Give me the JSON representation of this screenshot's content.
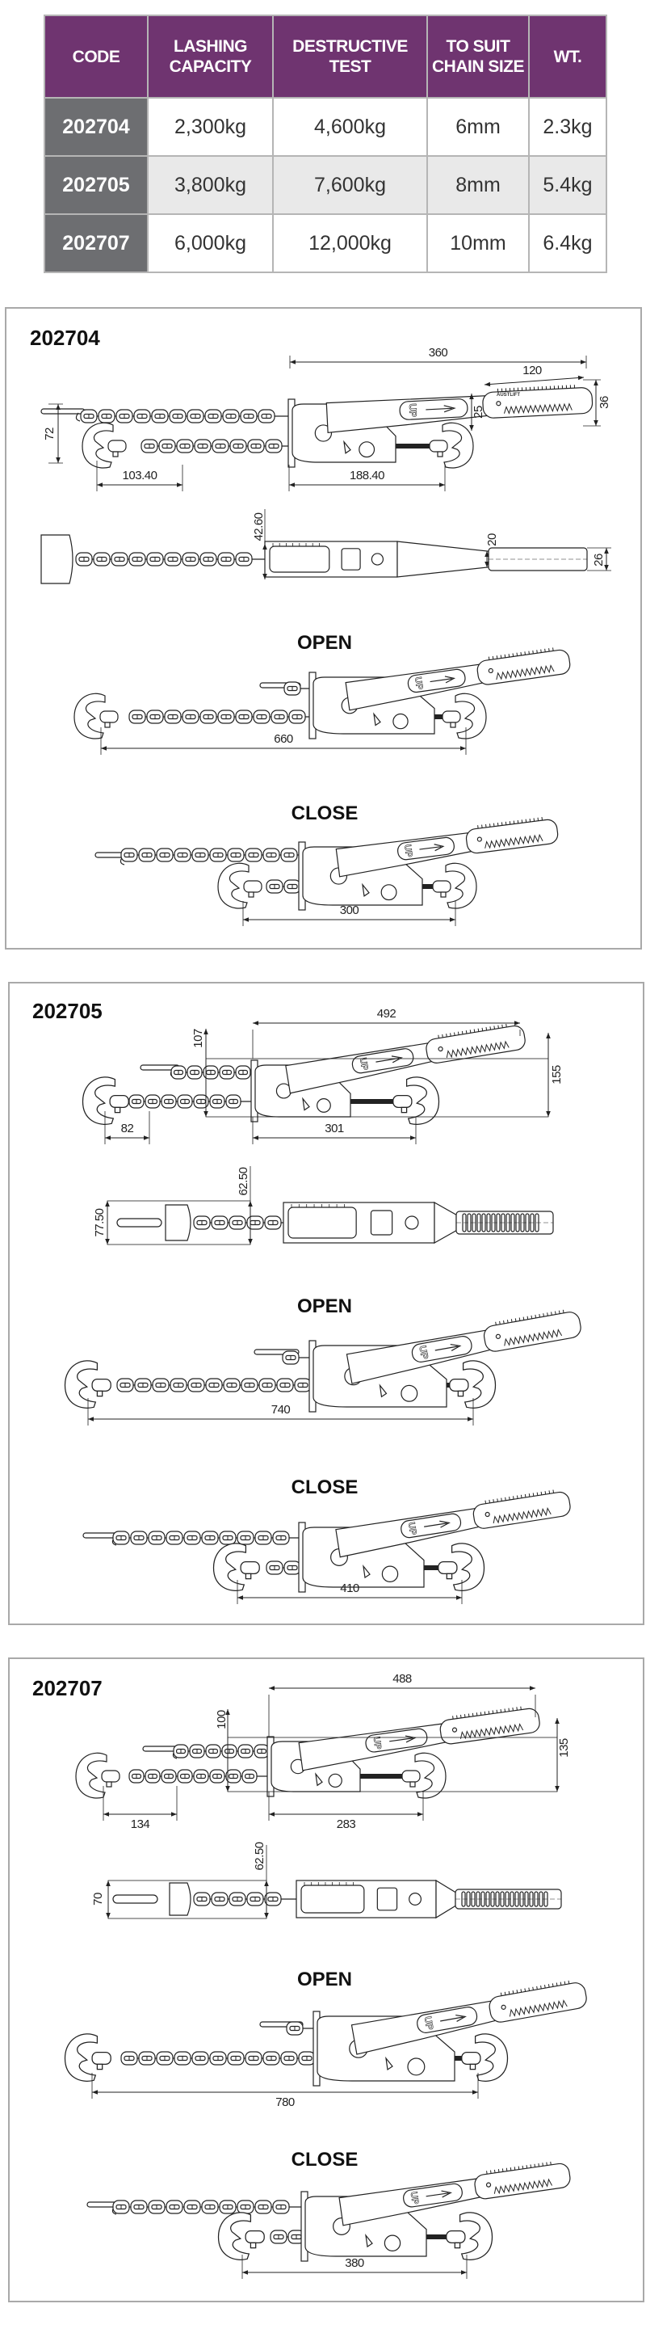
{
  "table": {
    "headers": [
      "CODE",
      "LASHING CAPACITY",
      "DESTRUCTIVE TEST",
      "TO SUIT CHAIN SIZE",
      "WT."
    ],
    "rows": [
      {
        "code": "202704",
        "lashing_capacity": "2,300kg",
        "destructive_test": "4,600kg",
        "chain_size": "6mm",
        "weight": "2.3kg"
      },
      {
        "code": "202705",
        "lashing_capacity": "3,800kg",
        "destructive_test": "7,600kg",
        "chain_size": "8mm",
        "weight": "5.4kg"
      },
      {
        "code": "202707",
        "lashing_capacity": "6,000kg",
        "destructive_test": "12,000kg",
        "chain_size": "10mm",
        "weight": "6.4kg"
      }
    ]
  },
  "markings": {
    "lever": "UP",
    "brand": "AUSTLIFT"
  },
  "panels": [
    {
      "code": "202704",
      "open_label": "OPEN",
      "close_label": "CLOSE",
      "dims": {
        "a": "360",
        "b": "120",
        "c": "36",
        "d": "25",
        "e": "72",
        "f": "103.40",
        "g": "188.40",
        "h": "42.60",
        "i": "20",
        "j": "26",
        "open": "660",
        "close": "300"
      }
    },
    {
      "code": "202705",
      "open_label": "OPEN",
      "close_label": "CLOSE",
      "dims": {
        "a": "492",
        "b": "107",
        "c": "155",
        "d": "82",
        "e": "301",
        "f": "77.50",
        "g": "62.50",
        "open": "740",
        "close": "410"
      }
    },
    {
      "code": "202707",
      "open_label": "OPEN",
      "close_label": "CLOSE",
      "dims": {
        "a": "488",
        "b": "100",
        "c": "135",
        "d": "134",
        "e": "283",
        "f": "70",
        "g": "62.50",
        "open": "780",
        "close": "380"
      }
    }
  ],
  "colors": {
    "header": "#6f3470",
    "code_cell": "#6d6e71",
    "alt_row": "#e9e9e9",
    "border": "#b5b5b5",
    "line": "#222222"
  }
}
